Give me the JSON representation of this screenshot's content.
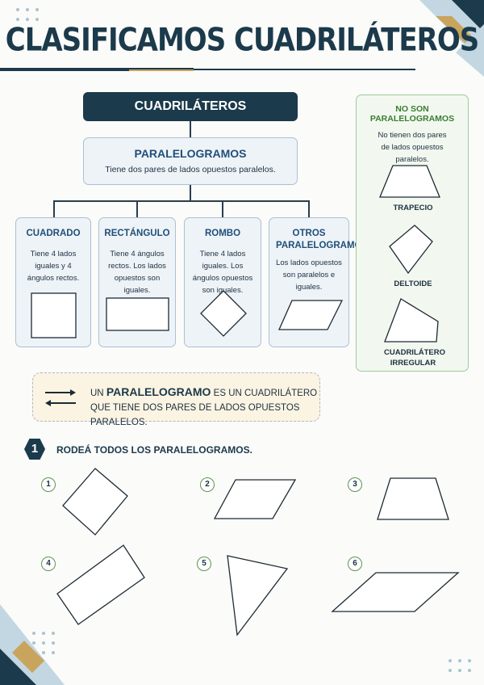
{
  "title": "CLASIFICAMOS CUADRILÁTEROS",
  "colors": {
    "navy": "#1b3a4b",
    "accent_blue": "#1f4f78",
    "green": "#3a7d33",
    "gold": "#c9a45c"
  },
  "tree": {
    "root": "CUADRILÁTEROS",
    "parallelograms": {
      "title": "PARALELOGRAMOS",
      "desc": "Tiene dos pares de lados opuestos paralelos."
    },
    "categories": [
      {
        "title": "CUADRADO",
        "desc": "Tiene 4 lados iguales y 4 ángulos rectos."
      },
      {
        "title": "RECTÁNGULO",
        "desc": "Tiene 4 ángulos rectos. Los lados opuestos son iguales."
      },
      {
        "title": "ROMBO",
        "desc": "Tiene 4 lados iguales. Los ángulos opuestos son iguales."
      },
      {
        "title": "OTROS PARALELOGRAMOS",
        "desc": "Los lados opuestos son paralelos e iguales."
      }
    ]
  },
  "non_parallelograms": {
    "title": "NO SON PARALELOGRAMOS",
    "desc": "No tienen dos pares de lados opuestos paralelos.",
    "items": [
      "TRAPECIO",
      "DELTOIDE",
      "CUADRILÁTERO IRREGULAR"
    ]
  },
  "note": {
    "pre": "UN",
    "bold": "PARALELOGRAMO",
    "post": "ES UN CUADRILÁTERO",
    "line2": "QUE TIENE DOS PARES DE LADOS OPUESTOS PARALELOS."
  },
  "exercise": {
    "number": "1",
    "instruction": "RODEÁ TODOS LOS PARALELOGRAMOS.",
    "items": [
      "1",
      "2",
      "3",
      "4",
      "5",
      "6"
    ]
  }
}
